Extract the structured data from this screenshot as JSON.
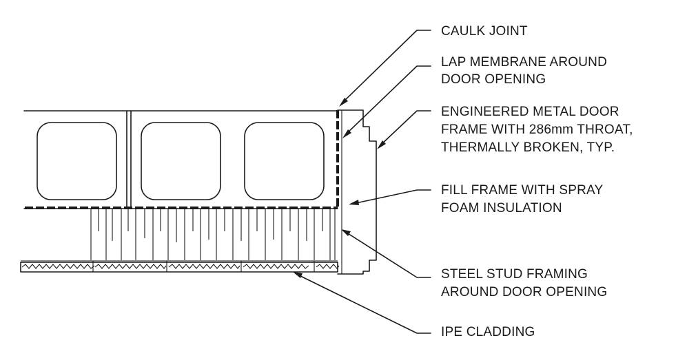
{
  "annotations": [
    {
      "id": "caulk-joint",
      "lines": [
        "CAULK JOINT"
      ]
    },
    {
      "id": "lap-membrane",
      "lines": [
        "LAP MEMBRANE AROUND",
        "DOOR OPENING"
      ]
    },
    {
      "id": "door-frame",
      "lines": [
        "ENGINEERED METAL DOOR",
        "FRAME WITH 286mm THROAT,",
        "THERMALLY BROKEN, TYP."
      ]
    },
    {
      "id": "spray-foam",
      "lines": [
        "FILL FRAME WITH SPRAY",
        "FOAM INSULATION"
      ]
    },
    {
      "id": "steel-stud",
      "lines": [
        "STEEL STUD FRAMING",
        "AROUND DOOR OPENING"
      ]
    },
    {
      "id": "ipe-cladding",
      "lines": [
        "IPE CLADDING"
      ]
    }
  ]
}
